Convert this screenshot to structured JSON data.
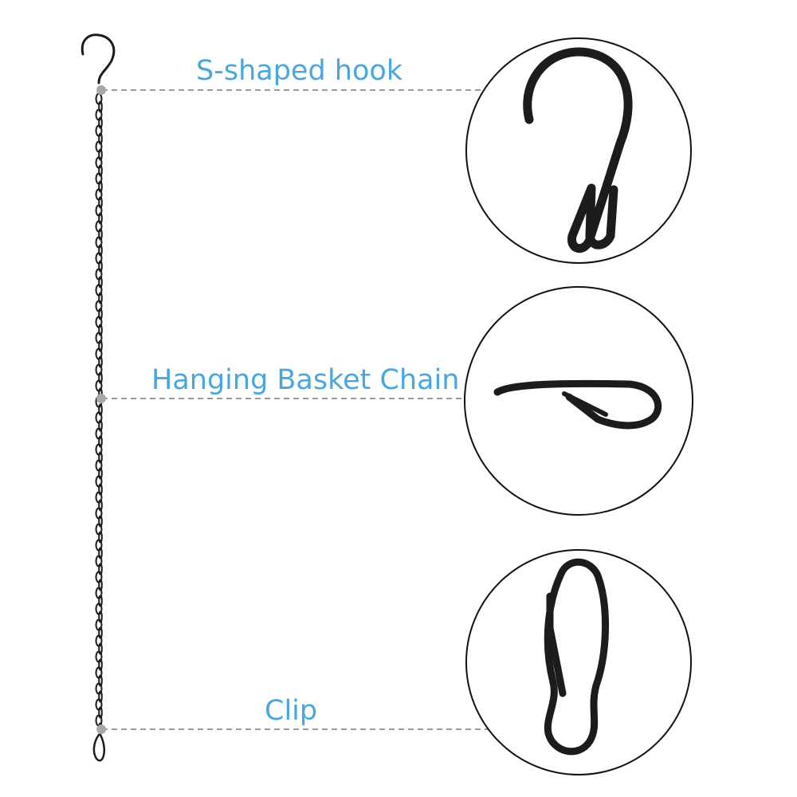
{
  "callouts": [
    {
      "id": "hook",
      "label": "S-shaped hook"
    },
    {
      "id": "chain",
      "label": "Hanging Basket Chain"
    },
    {
      "id": "clip",
      "label": "Clip"
    }
  ],
  "colors": {
    "label": "#4aa6de",
    "metal": "#1c1c1c",
    "leader_line": "#9a9a9a",
    "marker_dot": "#a8a8a8",
    "circle_stroke": "#111111"
  },
  "icons": [
    "s-hook-icon",
    "chain-icon",
    "clip-icon"
  ]
}
